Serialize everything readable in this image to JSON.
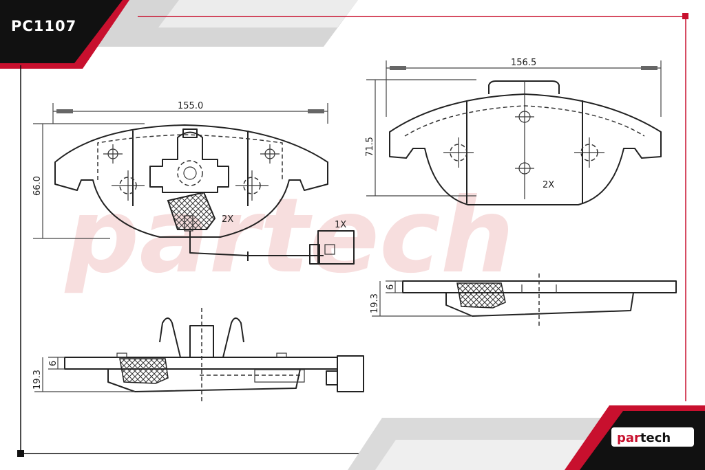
{
  "header": {
    "part_code": "PC1107"
  },
  "brand": {
    "logo_part1": "par",
    "logo_part2": "tech",
    "watermark": "partech"
  },
  "colors": {
    "accent_red": "#c8102e",
    "dark": "#111111",
    "grey": "#c8c8c8"
  },
  "front_view": {
    "width_label": "155.0",
    "height_label": "66.0",
    "quantity_label": "2X",
    "sensor_quantity_label": "1X"
  },
  "rear_view": {
    "width_label": "156.5",
    "height_label": "71.5",
    "quantity_label": "2X"
  },
  "side_view_front": {
    "thickness_label": "19.3",
    "backplate_label": "6"
  },
  "side_view_rear": {
    "thickness_label": "19.3",
    "backplate_label": "6"
  }
}
